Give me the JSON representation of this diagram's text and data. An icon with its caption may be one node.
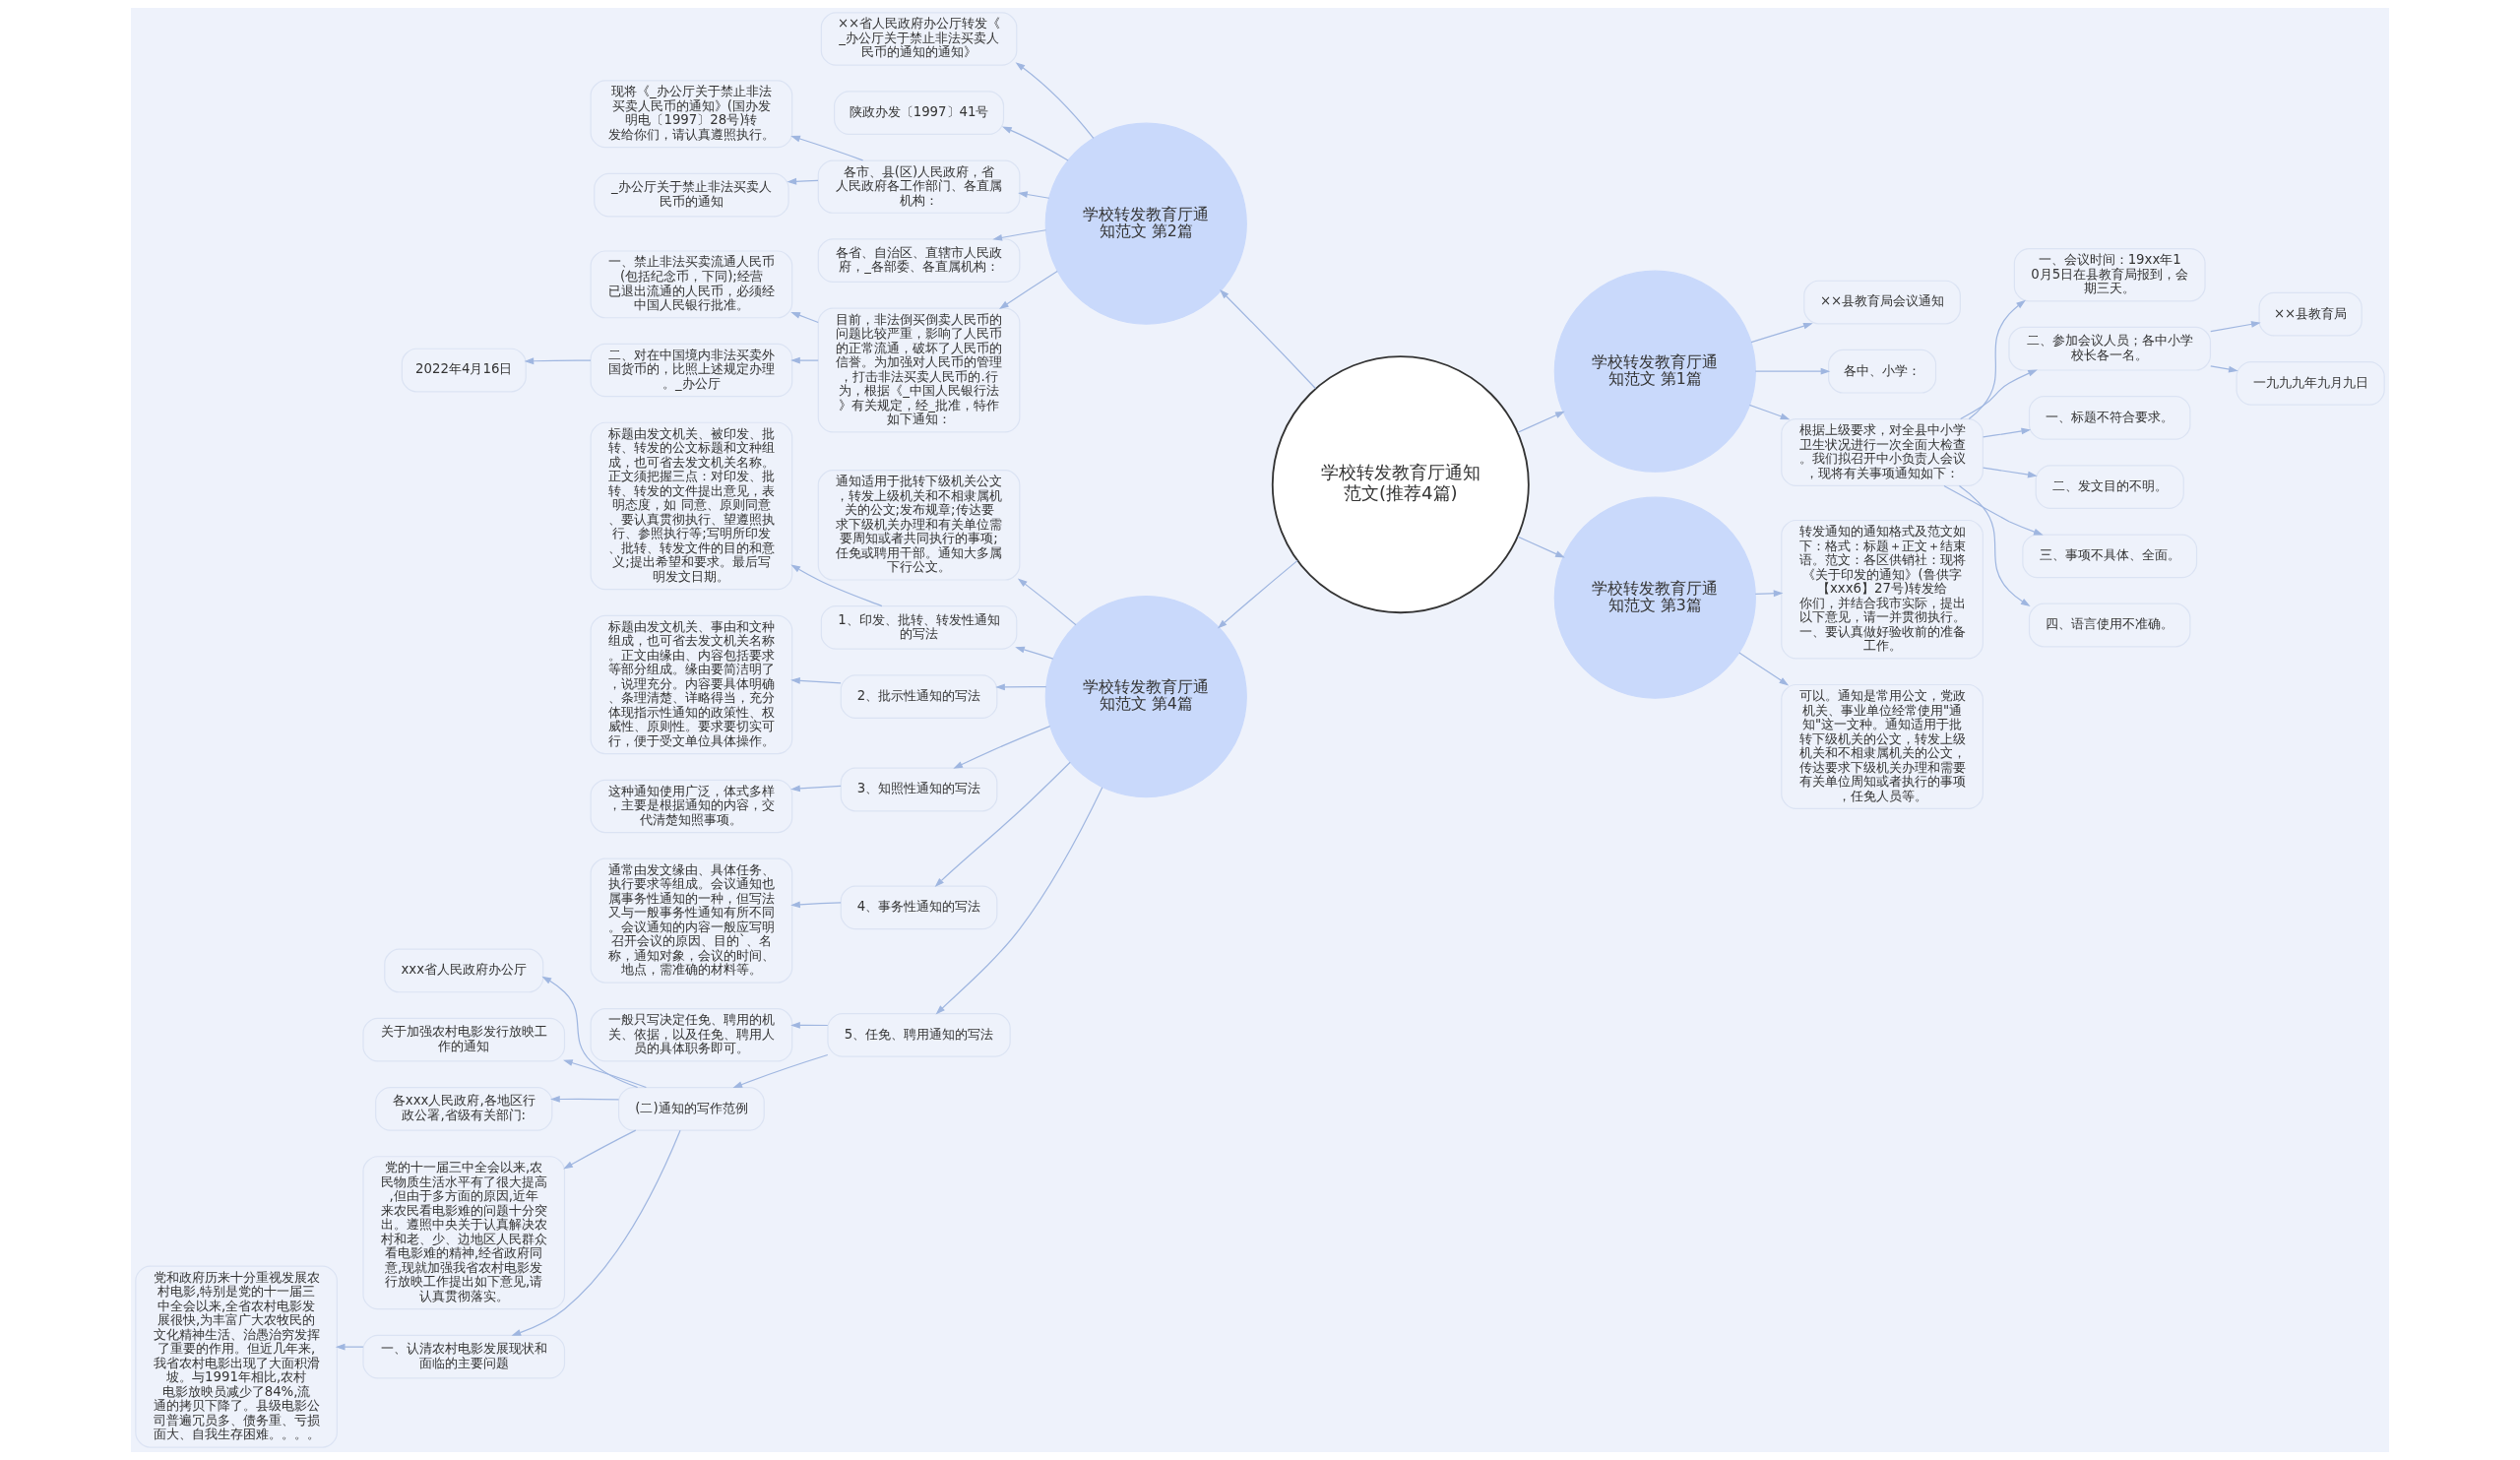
{
  "diagram": {
    "nodes": [
      {
        "text": [
          "学校转发教育厅通知范文(推荐4篇)"
        ]
      },
      {
        "text": [
          "学校转发教育厅通知范文 第1篇"
        ]
      },
      {
        "text": [
          "××县教育局会议通知"
        ]
      },
      {
        "text": [
          "各中、小学："
        ]
      },
      {
        "text": [
          "根据上级要求，对全县中小学卫生状况进行一次全面大检查。我们拟召开中小负责人会议，现将有关事项通知如下："
        ]
      },
      {
        "text": [
          "一、会议时间：19xx年10月5日在县教育局报到，会期三天。"
        ]
      },
      {
        "text": [
          "二、参加会议人员；各中小学校长各一名。"
        ]
      },
      {
        "text": [
          "××县教育局"
        ]
      },
      {
        "text": [
          "一九九九年九月九日"
        ]
      },
      {
        "text": [
          "一、标题不符合要求。"
        ]
      },
      {
        "text": [
          "二、发文目的不明。"
        ]
      },
      {
        "text": [
          "三、事项不具体、全面。"
        ]
      },
      {
        "text": [
          "四、语言使用不准确。"
        ]
      },
      {
        "text": [
          "学校转发教育厅通知范文 第3篇"
        ]
      },
      {
        "text": [
          "转发通知的通知格式及范文如下：格式：标题＋正文＋结束语。范文：各区供销社：现将《关于印发的通知》(鲁供字【xxx6】27号)转发给你们，并结合我市实际，提出以下意见，请一并贯彻执行。一、要认真做好验收前的准备工作。"
        ]
      },
      {
        "text": [
          "可以。通知是常用公文，党政机关、事业单位经常使用\"通知\"这一文种。通知适用于批转下级机关的公文，转发上级机关和不相隶属机关的公文，传达要求下级机关办理和需要有关单位周知或者执行的事项，任免人员等。"
        ]
      },
      {
        "text": [
          "学校转发教育厅通知范文 第2篇"
        ]
      },
      {
        "text": [
          "××省人民政府办公厅转发《_办公厅关于禁止非法买卖人民币的通知的通知》"
        ]
      },
      {
        "text": [
          "陕政办发〔1997〕41号"
        ]
      },
      {
        "text": [
          "各市、县(区)人民政府，省人民政府各工作部门、各直属机构："
        ]
      },
      {
        "text": [
          "现将《_办公厅关于禁止非法买卖人民币的通知》(国办发明电〔1997〕28号)转发给你们，请认真遵照执行。"
        ]
      },
      {
        "text": [
          "_办公厅关于禁止非法买卖人民币的通知"
        ]
      },
      {
        "text": [
          "各省、自治区、直辖市人民政府，_各部委、各直属机构："
        ]
      },
      {
        "text": [
          "目前，非法倒买倒卖人民币的问题比较严重，影响了人民币的正常流通，破坏了人民币的信誉。为加强对人民币的管理，打击非法买卖人民币的.行为，根据《_中国人民银行法》有关规定，经_批准，特作如下通知："
        ]
      },
      {
        "text": [
          "一、禁止非法买卖流通人民币(包括纪念币，下同);经营已退出流通的人民币，必须经中国人民银行批准。"
        ]
      },
      {
        "text": [
          "二、对在中国境内非法买卖外国货币的，比照上述规定办理。_办公厅"
        ]
      },
      {
        "text": [
          "2022年4月16日"
        ]
      },
      {
        "text": [
          "学校转发教育厅通知范文 第4篇"
        ]
      },
      {
        "text": [
          "通知适用于批转下级机关公文，转发上级机关和不相隶属机关的公文;发布规章;传达要求下级机关办理和有关单位需要周知或者共同执行的事项;任免或聘用干部。通知大多属下行公文。"
        ]
      },
      {
        "text": [
          "1、印发、批转、转发性通知的写法"
        ]
      },
      {
        "text": [
          "标题由发文机关、被印发、批转、转发的公文标题和文种组成，也可省去发文机关名称。正文须把握三点：对印发、批转、转发的文件提出意见，表明态度，如 同意、原则同意、要认真贯彻执行、望遵照执行、参照执行等;写明所印发、批转、转发文件的目的和意义;提出希望和要求。最后写明发文日期。"
        ]
      },
      {
        "text": [
          "2、批示性通知的写法"
        ]
      },
      {
        "text": [
          "标题由发文机关、事由和文种组成，也可省去发文机关名称。正文由缘由、内容包括要求等部分组成。缘由要简洁明了，说理充分。内容要具体明确、条理清楚、详略得当，充分体现指示性通知的政策性、权威性、原则性。要求要切实可行，便于受文单位具体操作。"
        ]
      },
      {
        "text": [
          "3、知照性通知的写法"
        ]
      },
      {
        "text": [
          "这种通知使用广泛，体式多样，主要是根据通知的内容，交代清楚知照事项。"
        ]
      },
      {
        "text": [
          "4、事务性通知的写法"
        ]
      },
      {
        "text": [
          "通常由发文缘由、具体任务、执行要求等组成。会议通知也属事务性通知的一种，但写法又与一般事务性通知有所不同。会议通知的内容一般应写明召开会议的原因、目的`、名称，通知对象，会议的时间、地点，需准确的材料等。"
        ]
      },
      {
        "text": [
          "5、任免、聘用通知的写法"
        ]
      },
      {
        "text": [
          "一般只写决定任免、聘用的机关、依据，以及任免、聘用人员的具体职务即可。"
        ]
      },
      {
        "text": [
          "(二)通知的写作范例"
        ]
      },
      {
        "text": [
          "xxx省人民政府办公厅"
        ]
      },
      {
        "text": [
          "关于加强农村电影发行放映工作的通知"
        ]
      },
      {
        "text": [
          "各xxx人民政府,各地区行政公署,省级有关部门:"
        ]
      },
      {
        "text": [
          "党的十一届三中全会以来,农民物质生活水平有了很大提高,但由于多方面的原因,近年来农民看电影难的问题十分突出。遵照中央关于认真解决农村和老、少、边地区人民群众看电影难的精神,经省政府同意,现就加强我省农村电影发行放映工作提出如下意见,请认真贯彻落实。"
        ]
      },
      {
        "text": [
          "一、认清农村电影发展现状和面临的主要问题"
        ]
      },
      {
        "text": [
          "党和政府历来十分重视发展农村电影,特别是党的十一届三中全会以来,全省农村电影发展很快,为丰富广大农牧民的文化精神生活、治愚治穷发挥了重要的作用。但近几年来,我省农村电影出现了大面积滑坡。与1991年相比,农村电影放映员减少了84%,流通的拷贝下降了。县级电影公司普遍冗员多、债务重、亏损面大、自我生存困难。。。。"
        ]
      }
    ],
    "edges": [
      {
        "from": 0,
        "to": 1,
        "arrow": "to"
      },
      {
        "from": 0,
        "to": 13,
        "arrow": "to"
      },
      {
        "from": 0,
        "to": 16,
        "arrow": "to"
      },
      {
        "from": 0,
        "to": 27,
        "arrow": "to"
      },
      {
        "from": 1,
        "to": 2,
        "arrow": "to"
      },
      {
        "from": 1,
        "to": 3,
        "arrow": "to"
      },
      {
        "from": 1,
        "to": 4,
        "arrow": "to"
      },
      {
        "from": 4,
        "to": 5,
        "arrow": "to"
      },
      {
        "from": 4,
        "to": 6,
        "arrow": "to"
      },
      {
        "from": 4,
        "to": 9,
        "arrow": "to"
      },
      {
        "from": 4,
        "to": 10,
        "arrow": "to"
      },
      {
        "from": 4,
        "to": 11,
        "arrow": "to"
      },
      {
        "from": 4,
        "to": 12,
        "arrow": "to"
      },
      {
        "from": 6,
        "to": 7,
        "arrow": "to"
      },
      {
        "from": 6,
        "to": 8,
        "arrow": "to"
      },
      {
        "from": 13,
        "to": 14,
        "arrow": "to"
      },
      {
        "from": 13,
        "to": 15,
        "arrow": "to"
      },
      {
        "from": 16,
        "to": 17,
        "arrow": "to"
      },
      {
        "from": 16,
        "to": 18,
        "arrow": "to"
      },
      {
        "from": 16,
        "to": 19,
        "arrow": "to"
      },
      {
        "from": 16,
        "to": 22,
        "arrow": "to"
      },
      {
        "from": 16,
        "to": 23,
        "arrow": "to"
      },
      {
        "from": 19,
        "to": 20,
        "arrow": "to"
      },
      {
        "from": 19,
        "to": 21,
        "arrow": "to"
      },
      {
        "from": 23,
        "to": 24,
        "arrow": "to"
      },
      {
        "from": 23,
        "to": 25,
        "arrow": "to"
      },
      {
        "from": 25,
        "to": 26,
        "arrow": "to"
      },
      {
        "from": 27,
        "to": 28,
        "arrow": "to"
      },
      {
        "from": 27,
        "to": 29,
        "arrow": "to"
      },
      {
        "from": 27,
        "to": 31,
        "arrow": "to"
      },
      {
        "from": 27,
        "to": 33,
        "arrow": "to"
      },
      {
        "from": 27,
        "to": 35,
        "arrow": "to"
      },
      {
        "from": 27,
        "to": 37,
        "arrow": "to"
      },
      {
        "from": 29,
        "to": 30,
        "arrow": "to"
      },
      {
        "from": 31,
        "to": 32,
        "arrow": "to"
      },
      {
        "from": 33,
        "to": 34,
        "arrow": "to"
      },
      {
        "from": 35,
        "to": 36,
        "arrow": "to"
      },
      {
        "from": 37,
        "to": 38,
        "arrow": "to"
      },
      {
        "from": 37,
        "to": 39,
        "arrow": "to"
      },
      {
        "from": 39,
        "to": 40,
        "arrow": "to"
      },
      {
        "from": 39,
        "to": 41,
        "arrow": "to"
      },
      {
        "from": 39,
        "to": 42,
        "arrow": "to"
      },
      {
        "from": 39,
        "to": 43,
        "arrow": "to"
      },
      {
        "from": 39,
        "to": 44,
        "arrow": "to"
      },
      {
        "from": 44,
        "to": 45,
        "arrow": "to"
      }
    ]
  }
}
